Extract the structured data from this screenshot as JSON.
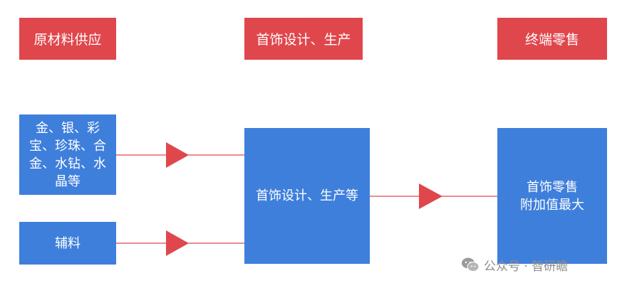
{
  "headers": {
    "raw": "原材料供应",
    "design": "首饰设计、生产",
    "retail": "终端零售"
  },
  "boxes": {
    "materials_lines": [
      "金、银、彩",
      "宝、珍珠、合",
      "金、水钻、水",
      "晶等"
    ],
    "auxiliary": "辅料",
    "production": "首饰设计、生产等",
    "retail_lines": [
      "首饰零售",
      "附加值最大"
    ]
  },
  "watermark": {
    "text": "公众号 · 智研瞻"
  },
  "colors": {
    "header": "#e0474c",
    "box": "#3f7fdc",
    "arrow": "#e0474c"
  }
}
